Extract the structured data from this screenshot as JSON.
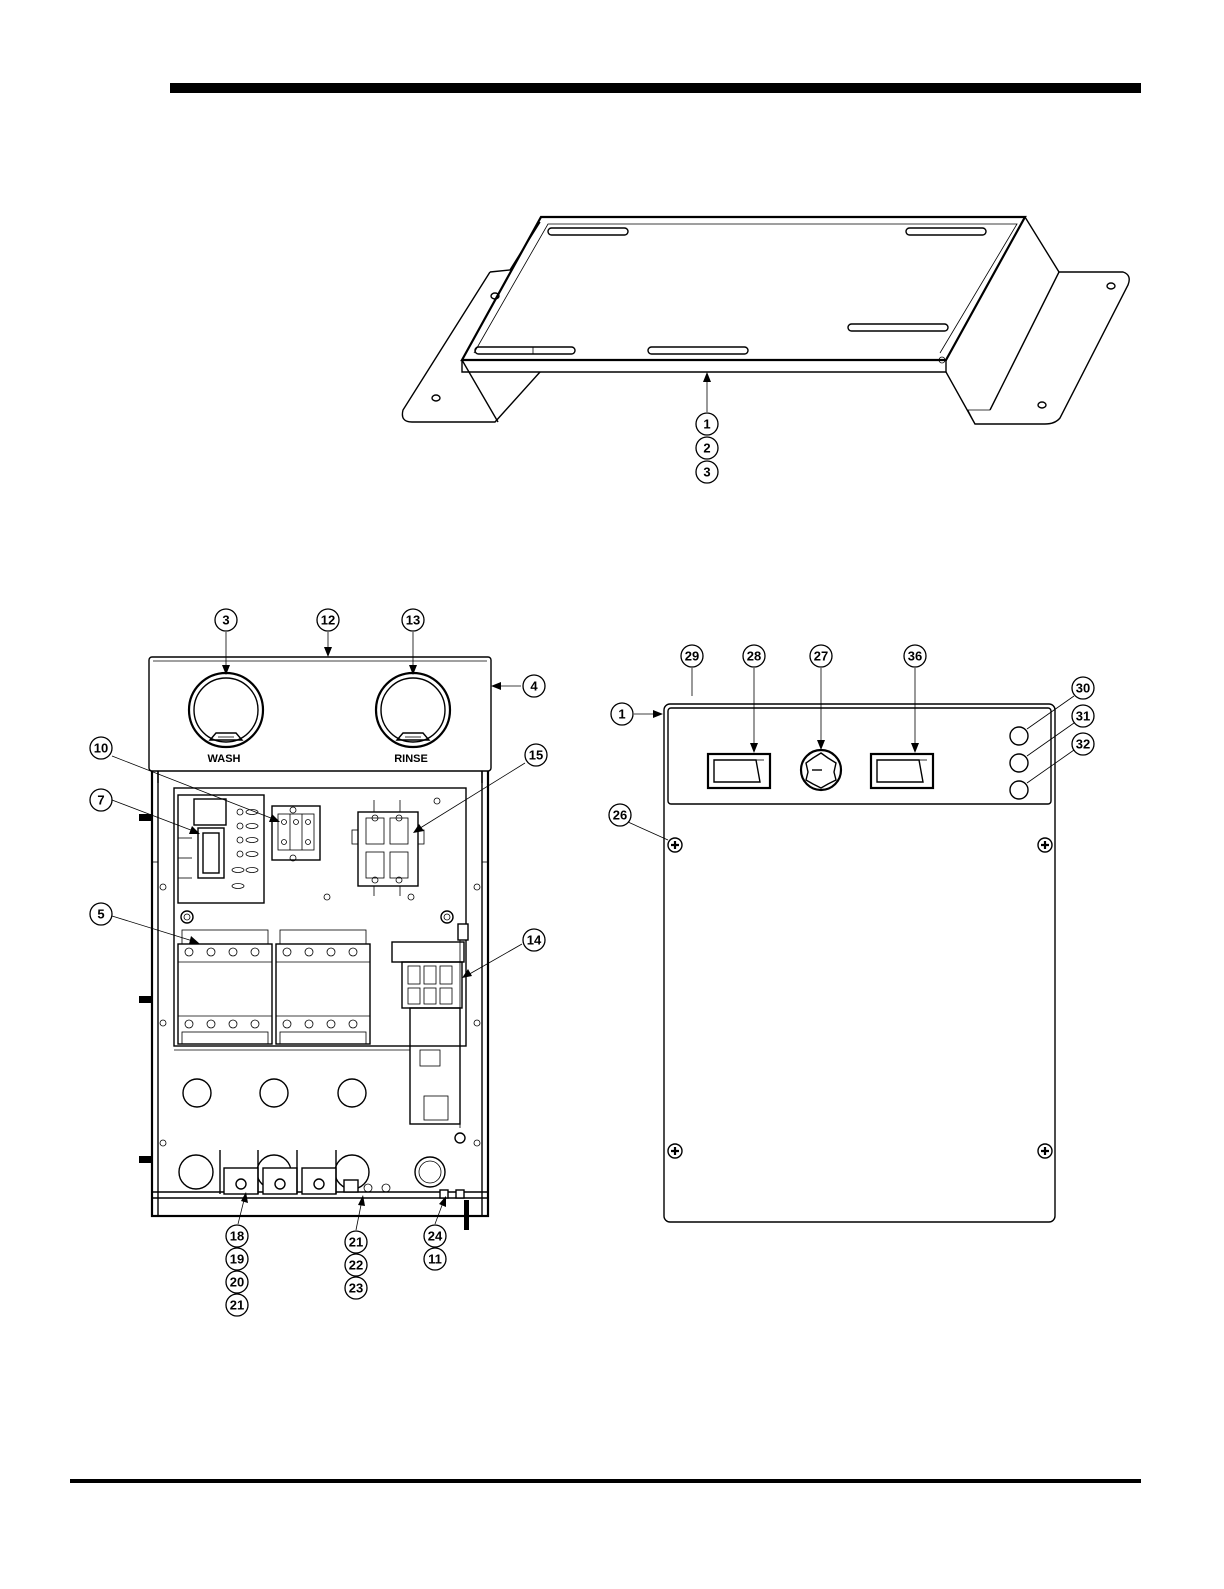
{
  "bracket": {
    "callouts": [
      "1",
      "2",
      "3"
    ]
  },
  "control_box": {
    "callouts": {
      "c3": "3",
      "c12": "12",
      "c13": "13",
      "c4": "4",
      "c10": "10",
      "c15": "15",
      "c7": "7",
      "c5": "5",
      "c14": "14",
      "c18": "18",
      "c19": "19",
      "c20": "20",
      "c21a": "21",
      "c21b": "21",
      "c22": "22",
      "c23": "23",
      "c24": "24",
      "c11": "11"
    },
    "gauge_labels": {
      "wash": "WASH",
      "rinse": "RINSE"
    }
  },
  "front_panel": {
    "callouts": {
      "c29": "29",
      "c28": "28",
      "c27": "27",
      "c36": "36",
      "c1": "1",
      "c30": "30",
      "c31": "31",
      "c32": "32",
      "c26": "26"
    }
  }
}
